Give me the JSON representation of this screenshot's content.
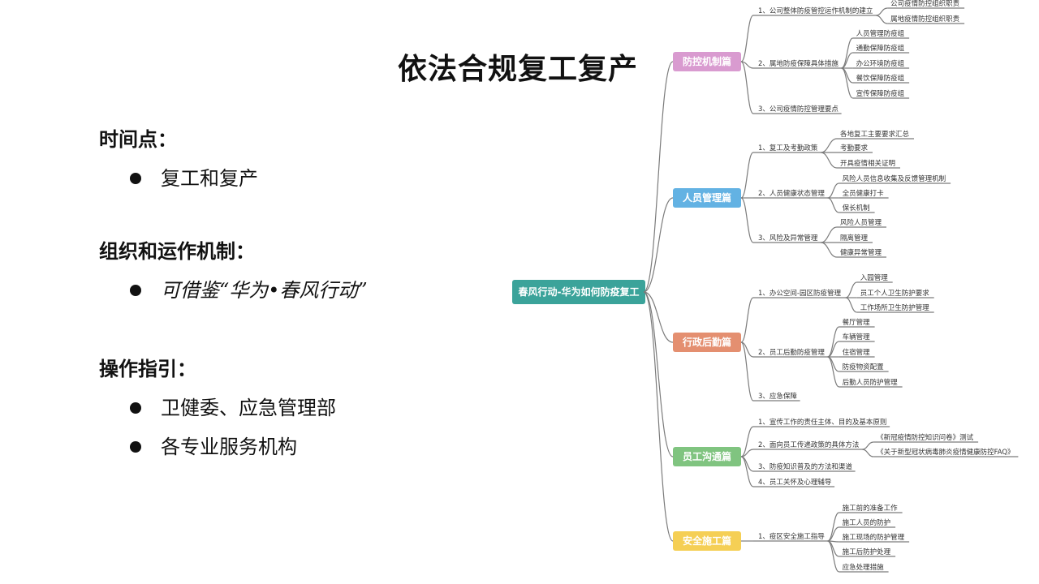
{
  "slide": {
    "title": "依法合规复工复产",
    "sections": [
      {
        "heading": "时间点：",
        "items": [
          "复工和复产"
        ]
      },
      {
        "heading": "组织和运作机制：",
        "items": [
          "可借鉴“华为•春风行动”"
        ]
      },
      {
        "heading": "操作指引：",
        "items": [
          "卫健委、应急管理部",
          "各专业服务机构"
        ]
      }
    ]
  },
  "mindmap": {
    "root": "春风行动-华为如何防疫复工",
    "branches": [
      {
        "label": "防控机制篇",
        "color": "#d99bd0",
        "children": [
          {
            "label": "1、公司整体防疫管控运作机制的建立",
            "children": [
              "公司疫情防控组织职责",
              "属地疫情防控组织职责"
            ]
          },
          {
            "label": "2、属地防疫保障具体措施",
            "children": [
              "人员管理防疫组",
              "通勤保障防疫组",
              "办公环境防疫组",
              "餐饮保障防疫组",
              "宣传保障防疫组"
            ]
          },
          {
            "label": "3、公司疫情防控管理要点",
            "children": []
          }
        ]
      },
      {
        "label": "人员管理篇",
        "color": "#63b2e3",
        "children": [
          {
            "label": "1、复工及考勤政策",
            "children": [
              "各地复工主要要求汇总",
              "考勤要求",
              "开具疫情相关证明"
            ]
          },
          {
            "label": "2、人员健康状态管理",
            "children": [
              "风险人员信息收集及反馈管理机制",
              "全员健康打卡",
              "保长机制"
            ]
          },
          {
            "label": "3、风险及异常管理",
            "children": [
              "风险人员管理",
              "隔离管理",
              "健康异常管理"
            ]
          }
        ]
      },
      {
        "label": "行政后勤篇",
        "color": "#e48f70",
        "children": [
          {
            "label": "1、办公空间-园区防疫管理",
            "children": [
              "入园管理",
              "员工个人卫生防护要求",
              "工作场所卫生防护管理"
            ]
          },
          {
            "label": "2、员工后勤防疫管理",
            "children": [
              "餐厅管理",
              "车辆管理",
              "住宿管理",
              "防疫物资配置",
              "后勤人员防护管理"
            ]
          },
          {
            "label": "3、应急保障",
            "children": []
          }
        ]
      },
      {
        "label": "员工沟通篇",
        "color": "#80c480",
        "children": [
          {
            "label": "1、宣传工作的责任主体、目的及基本原则",
            "children": []
          },
          {
            "label": "2、面向员工传递政策的具体方法",
            "children": [
              "《新冠疫情防控知识问卷》测试",
              "《关于新型冠状病毒肺炎疫情健康防控FAQ》"
            ]
          },
          {
            "label": "3、防疫知识普及的方法和渠道",
            "children": []
          },
          {
            "label": "4、员工关怀及心理辅导",
            "children": []
          }
        ]
      },
      {
        "label": "安全施工篇",
        "color": "#f5cf55",
        "children": [
          {
            "label": "1、疫区安全施工指导",
            "children": [
              "施工前的准备工作",
              "施工人员的防护",
              "施工现场的防护管理",
              "施工后防护处理",
              "应急处理措施"
            ]
          }
        ]
      }
    ],
    "root_color": "#3ba39a"
  }
}
